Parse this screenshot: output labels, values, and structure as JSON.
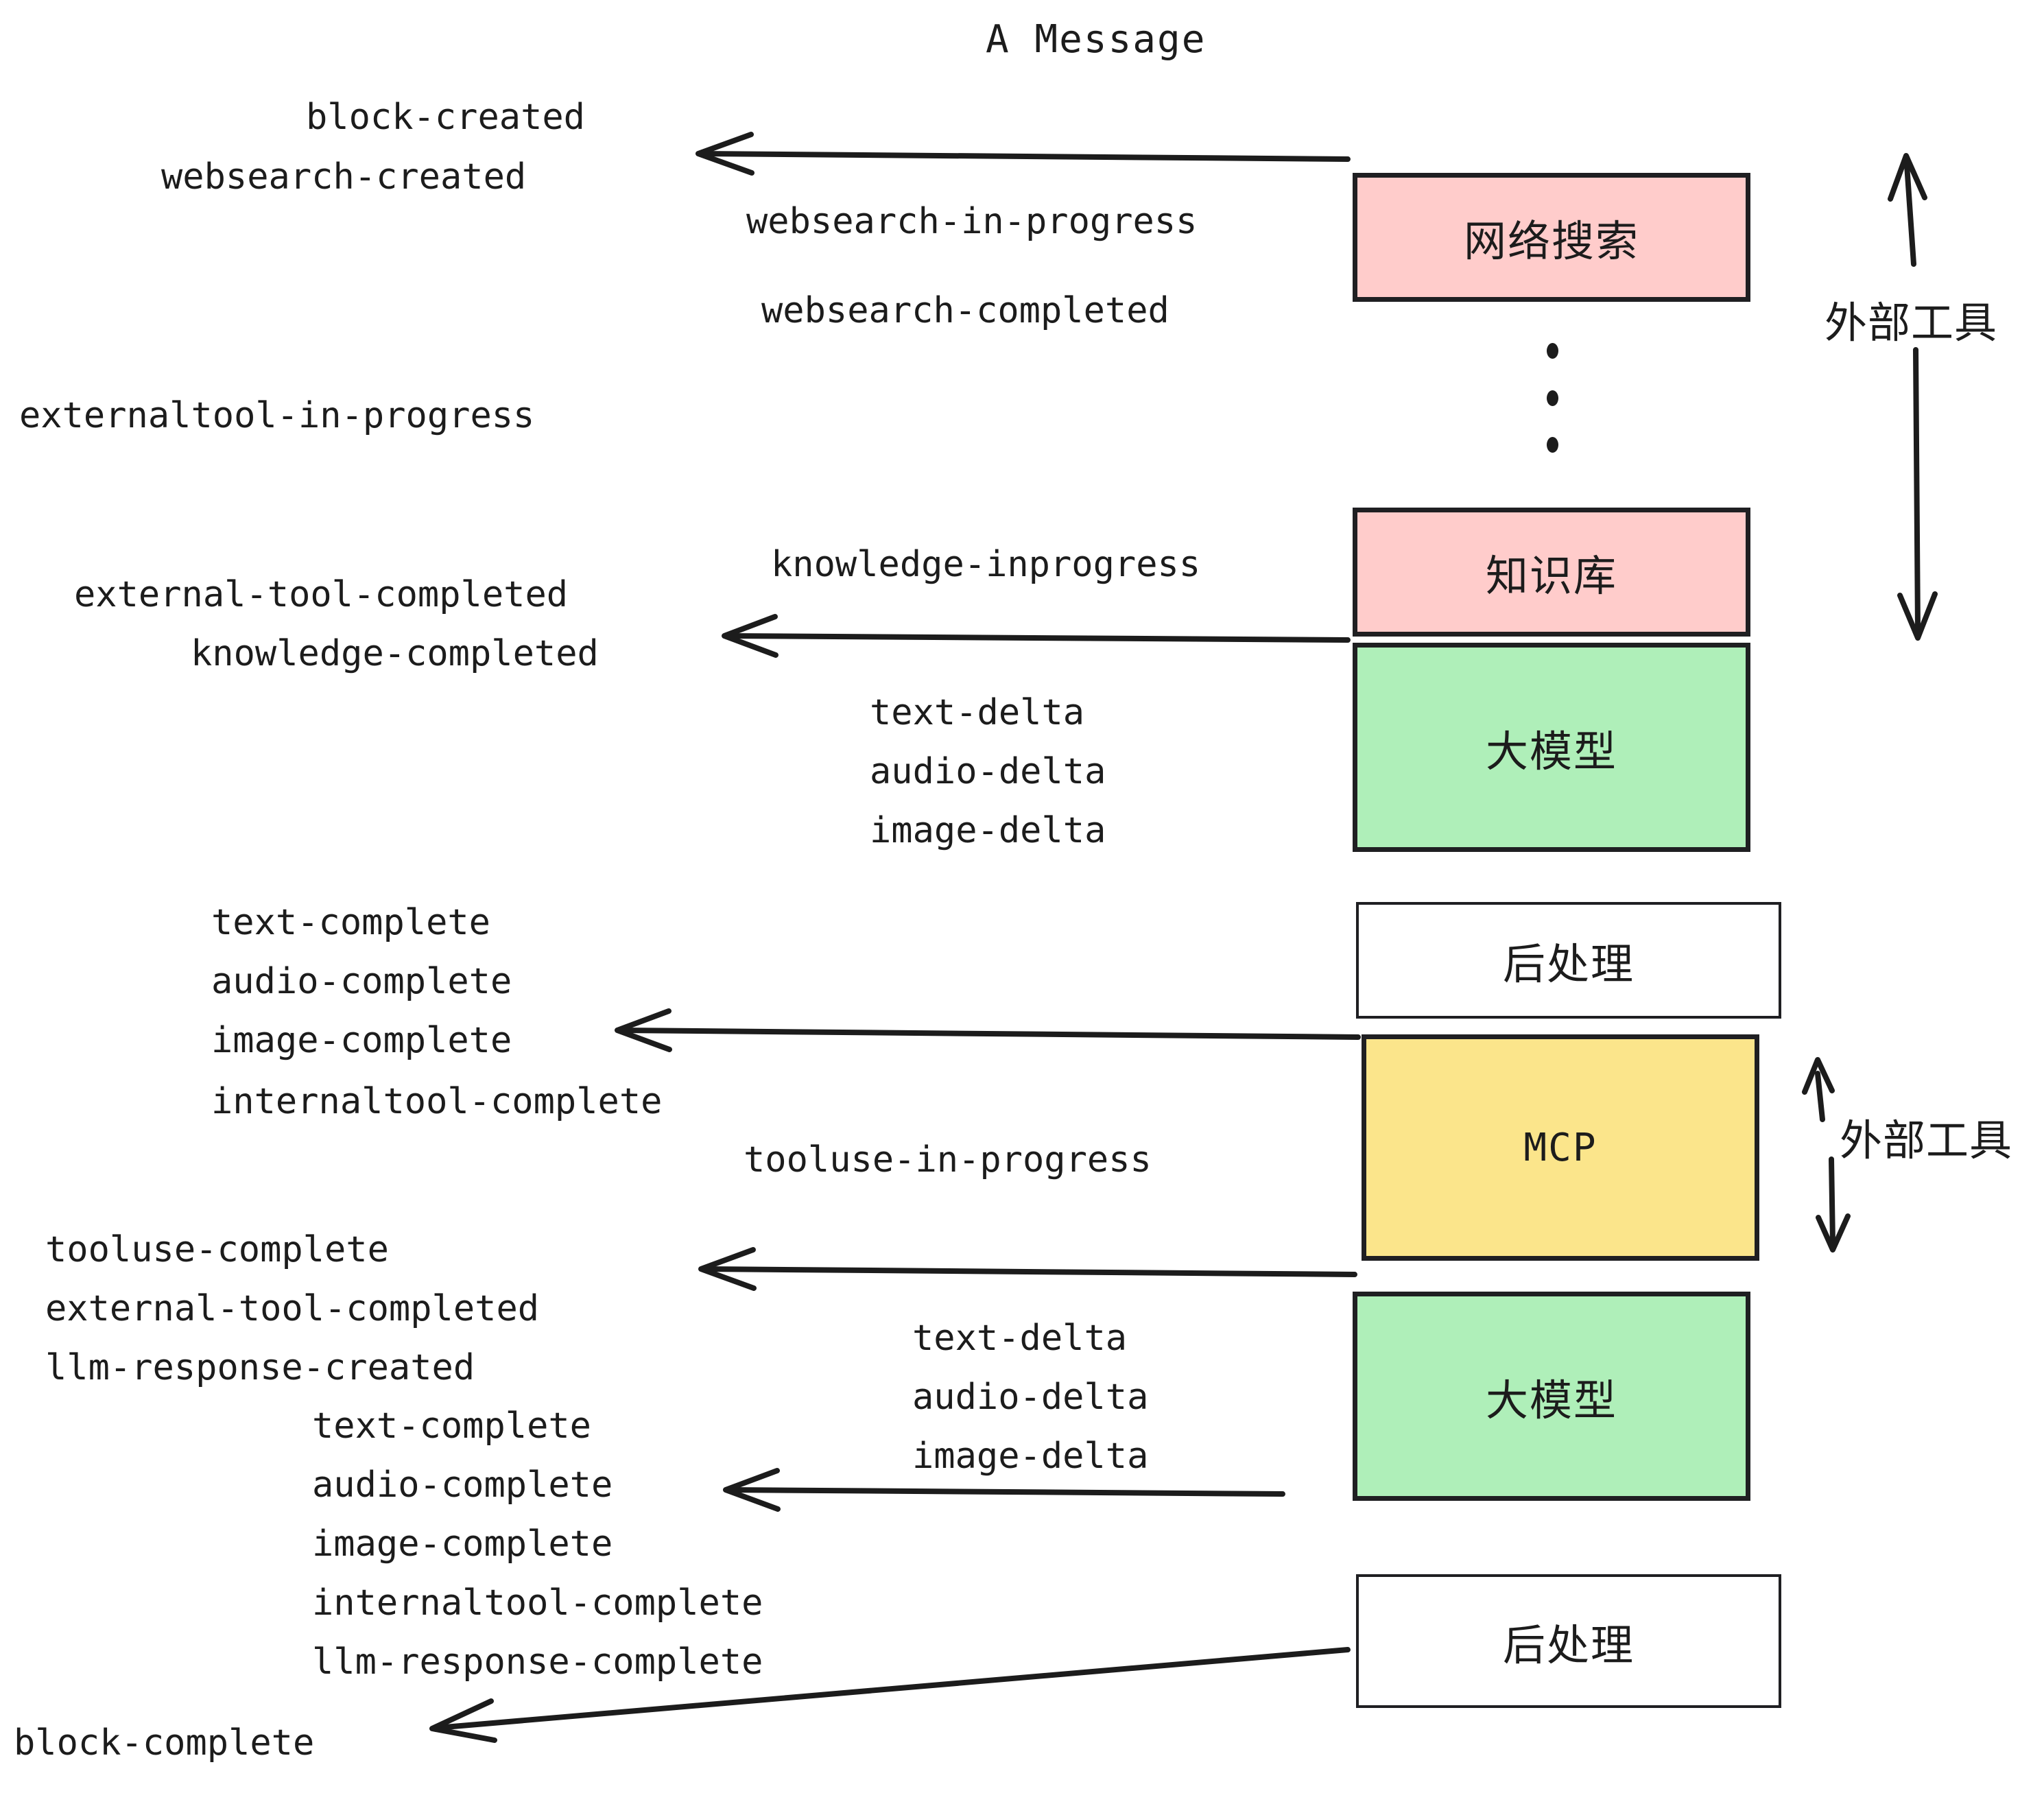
{
  "diagram": {
    "title": "A Message",
    "boxes": [
      {
        "id": "websearch",
        "label": "网络搜索",
        "color": "#FFCCCB",
        "kind": "filled"
      },
      {
        "id": "knowledge",
        "label": "知识库",
        "color": "#FFCCCB",
        "kind": "filled"
      },
      {
        "id": "llm-top",
        "label": "大模型",
        "color": "#AFEFB9",
        "kind": "filled"
      },
      {
        "id": "post-top",
        "label": "后处理",
        "color": "#FFFFFF",
        "kind": "outline"
      },
      {
        "id": "mcp",
        "label": "MCP",
        "color": "#FBE58B",
        "kind": "filled"
      },
      {
        "id": "llm-bottom",
        "label": "大模型",
        "color": "#AFEFB9",
        "kind": "filled"
      },
      {
        "id": "post-bottom",
        "label": "后处理",
        "color": "#FFFFFF",
        "kind": "outline"
      }
    ],
    "brackets": [
      {
        "id": "external-tools-top",
        "label": "外部工具"
      },
      {
        "id": "external-tools-bottom",
        "label": "外部工具"
      }
    ],
    "events": [
      {
        "id": "block-created",
        "text": "block-created"
      },
      {
        "id": "websearch-created",
        "text": "websearch-created"
      },
      {
        "id": "websearch-in-progress",
        "text": "websearch-in-progress"
      },
      {
        "id": "websearch-completed",
        "text": "websearch-completed"
      },
      {
        "id": "externaltool-in-progress",
        "text": "externaltool-in-progress"
      },
      {
        "id": "knowledge-inprogress",
        "text": "knowledge-inprogress"
      },
      {
        "id": "external-tool-completed-1",
        "text": "external-tool-completed"
      },
      {
        "id": "knowledge-completed",
        "text": "knowledge-completed"
      },
      {
        "id": "text-delta-1",
        "text": "text-delta"
      },
      {
        "id": "audio-delta-1",
        "text": "audio-delta"
      },
      {
        "id": "image-delta-1",
        "text": "image-delta"
      },
      {
        "id": "text-complete-1",
        "text": "text-complete"
      },
      {
        "id": "audio-complete-1",
        "text": "audio-complete"
      },
      {
        "id": "image-complete-1",
        "text": "image-complete"
      },
      {
        "id": "internaltool-complete-1",
        "text": "internaltool-complete"
      },
      {
        "id": "tooluse-in-progress",
        "text": "tooluse-in-progress"
      },
      {
        "id": "tooluse-complete",
        "text": "tooluse-complete"
      },
      {
        "id": "external-tool-completed-2",
        "text": "external-tool-completed"
      },
      {
        "id": "llm-response-created",
        "text": "llm-response-created"
      },
      {
        "id": "text-delta-2",
        "text": "text-delta"
      },
      {
        "id": "audio-delta-2",
        "text": "audio-delta"
      },
      {
        "id": "image-delta-2",
        "text": "image-delta"
      },
      {
        "id": "text-complete-2",
        "text": "text-complete"
      },
      {
        "id": "audio-complete-2",
        "text": "audio-complete"
      },
      {
        "id": "image-complete-2",
        "text": "image-complete"
      },
      {
        "id": "internaltool-complete-2",
        "text": "internaltool-complete"
      },
      {
        "id": "llm-response-complete",
        "text": "llm-response-complete"
      },
      {
        "id": "block-complete",
        "text": "block-complete"
      }
    ],
    "colors": {
      "pink": "#FFCCCB",
      "green": "#AFEFB9",
      "yellow": "#FBE58B",
      "white": "#FFFFFF",
      "stroke": "#1C1C1C",
      "background": "#FFFFFF"
    },
    "ellipsis": "⋮"
  }
}
